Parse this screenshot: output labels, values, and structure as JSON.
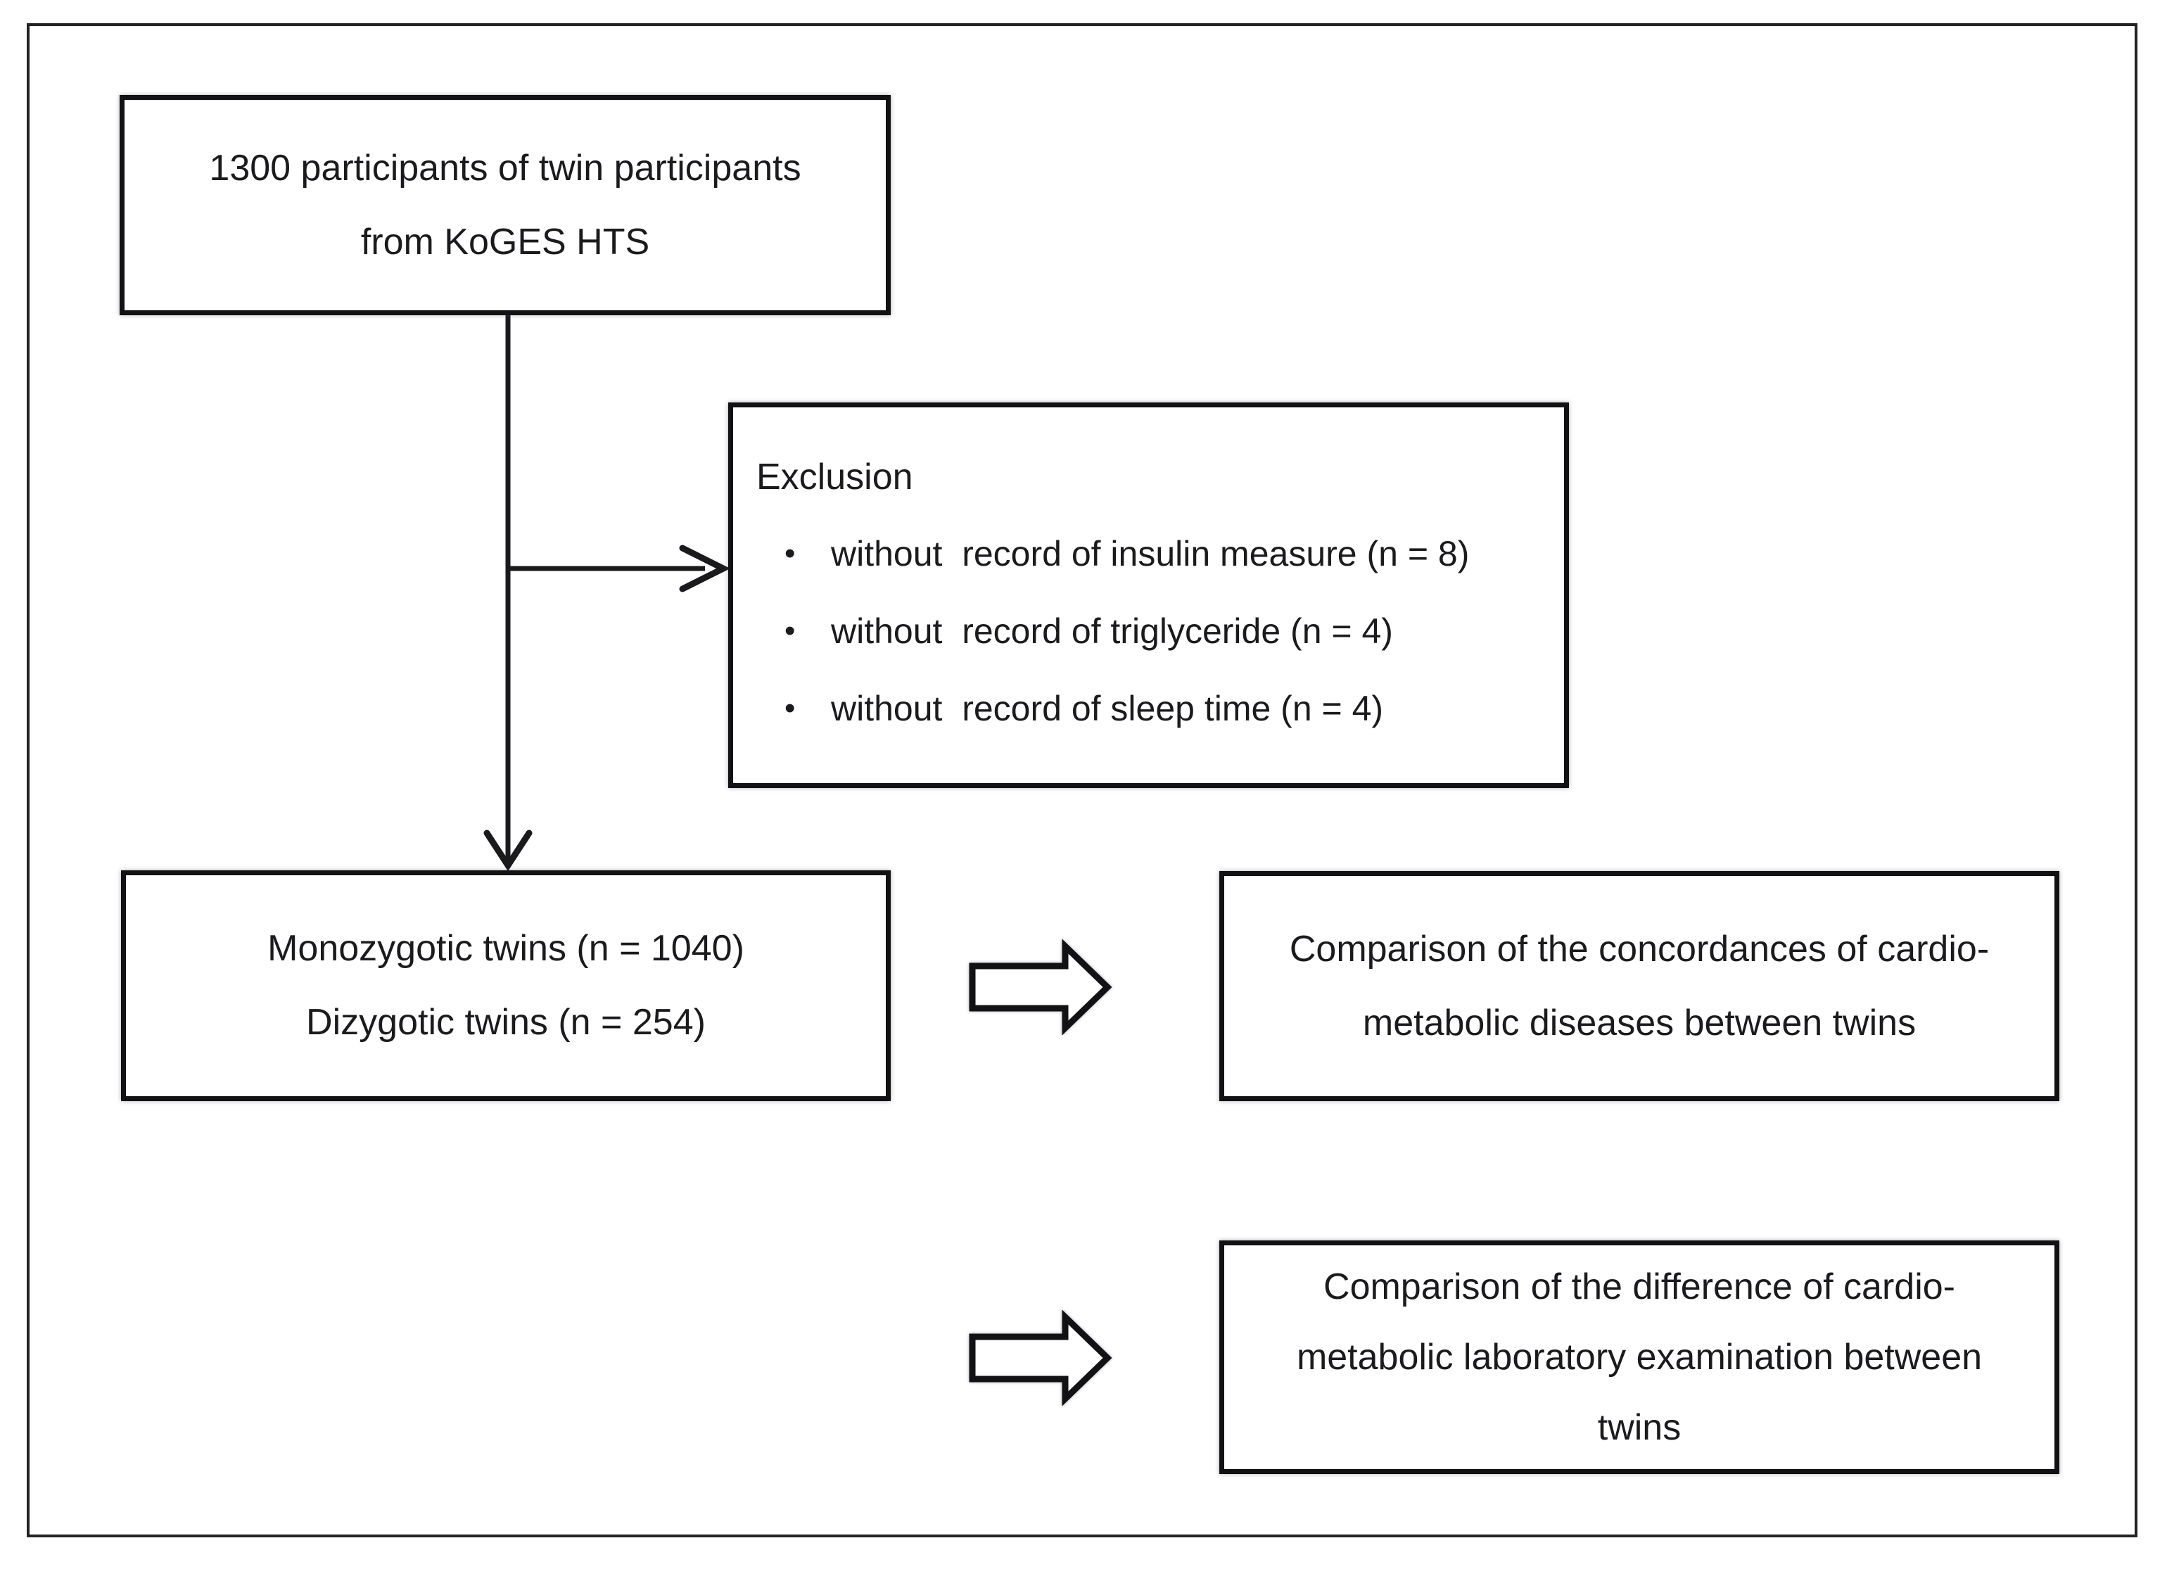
{
  "colors": {
    "ink": "#1b1b1e",
    "box_border": "#121214",
    "background": "#ffffff"
  },
  "boxes": {
    "source": {
      "line1": "1300 participants of twin participants",
      "line2": "from KoGES HTS"
    },
    "exclusion": {
      "heading": "Exclusion",
      "bullet": "•",
      "items": [
        "without  record of insulin measure (n = 8)",
        "without  record of triglyceride (n = 4)",
        "without  record of sleep time (n = 4)"
      ]
    },
    "cohort": {
      "line1": "Monozygotic twins (n = 1040)",
      "line2": "Dizygotic twins (n = 254)"
    },
    "outcome1": {
      "line1": "Comparison of the concordances of cardio-",
      "line2": "metabolic diseases between twins"
    },
    "outcome2": {
      "line1": "Comparison of the difference of cardio-",
      "line2": "metabolic laboratory examination between",
      "line3": "twins"
    }
  }
}
